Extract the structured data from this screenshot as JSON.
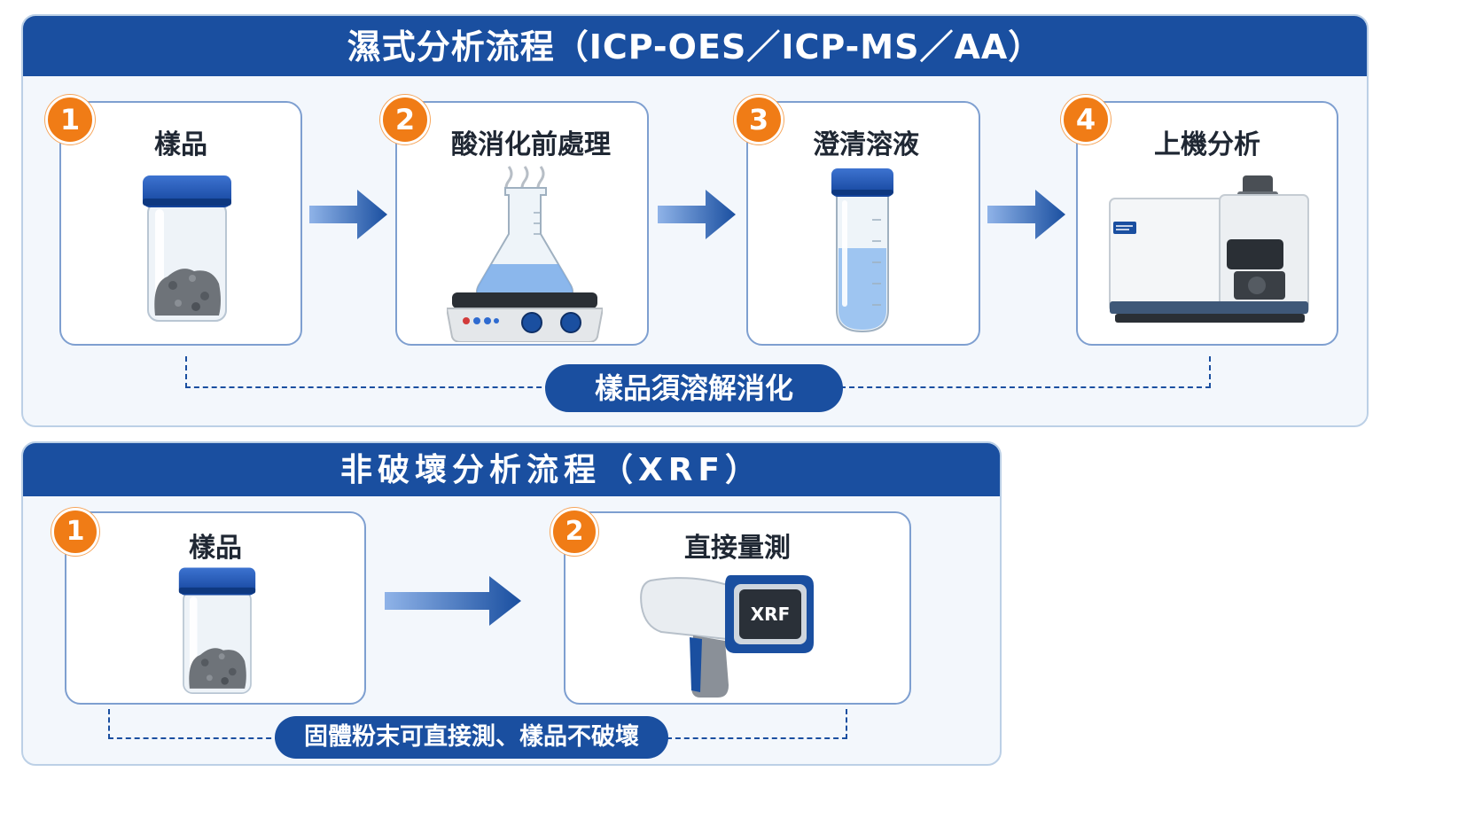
{
  "wet_panel": {
    "title": "濕式分析流程（ICP-OES／ICP-MS／AA）",
    "steps": [
      {
        "number": "1",
        "label": "樣品",
        "icon": "sample-jar-icon"
      },
      {
        "number": "2",
        "label": "酸消化前處理",
        "icon": "flask-hotplate-icon"
      },
      {
        "number": "3",
        "label": "澄清溶液",
        "icon": "test-tube-icon"
      },
      {
        "number": "4",
        "label": "上機分析",
        "icon": "icp-instrument-icon"
      }
    ],
    "note": "樣品須溶解消化"
  },
  "xrf_panel": {
    "title": "非破壞分析流程（XRF）",
    "steps": [
      {
        "number": "1",
        "label": "樣品",
        "icon": "sample-jar-icon"
      },
      {
        "number": "2",
        "label": "直接量測",
        "icon": "xrf-gun-icon",
        "screen_text": "XRF"
      }
    ],
    "note": "固體粉末可直接測、樣品不破壞"
  },
  "colors": {
    "primary": "#1a4fa0",
    "accent": "#f07c16",
    "panel_bg": "#f3f7fc"
  }
}
